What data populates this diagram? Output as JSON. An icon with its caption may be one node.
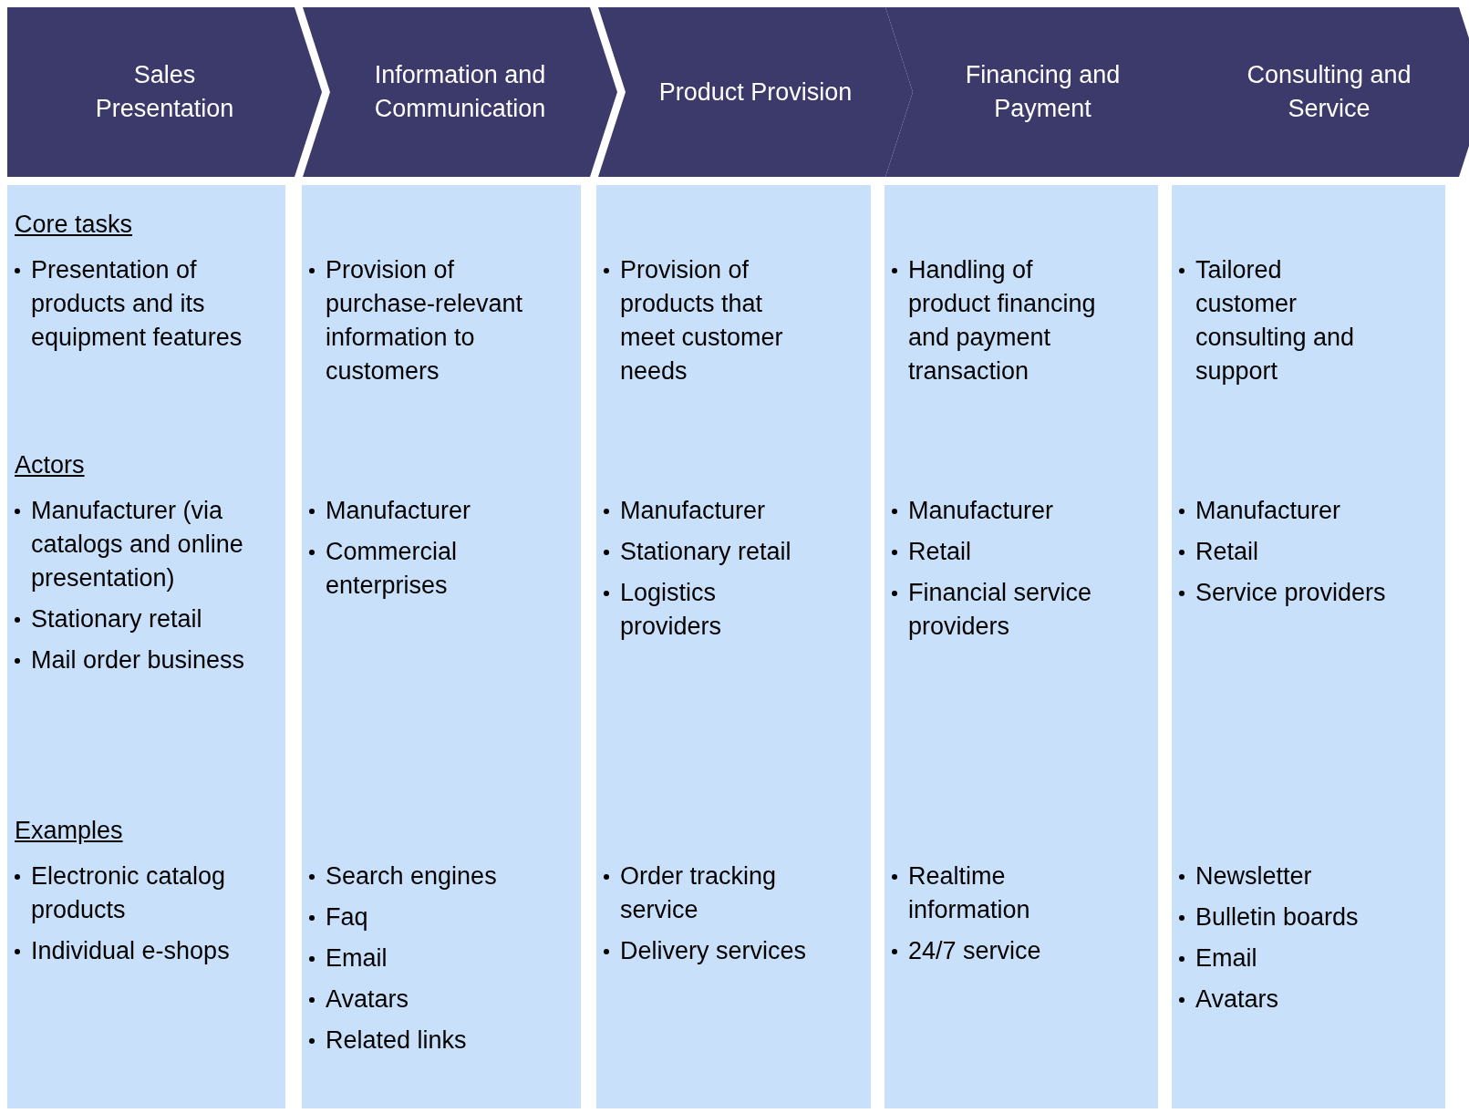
{
  "diagram": {
    "nodes": [
      {
        "text": [
          "Sales Presentation"
        ]
      },
      {
        "text": [
          "Information and Communication"
        ]
      },
      {
        "text": [
          "Product Provision"
        ]
      },
      {
        "text": [
          "Financing and Payment"
        ]
      },
      {
        "text": [
          "Consulting and Service"
        ]
      },
      {
        "text": [
          "Core tasks",
          "Presentation of products and its equipment features",
          "Actors",
          "Manufacturer (via catalogs and online presentation)",
          "Stationary retail",
          "Mail order business",
          "Examples",
          "Electronic catalog products",
          "Individual e-shops"
        ]
      },
      {
        "text": [
          "Provision of purchase-relevant information to customers",
          "Manufacturer",
          "Commercial enterprises",
          "Search engines",
          "Faq",
          "Email",
          "Avatars",
          "Related links"
        ]
      },
      {
        "text": [
          "Provision of products that meet customer needs",
          "Manufacturer",
          "Stationary retail",
          "Logistics providers",
          "Order tracking service",
          "Delivery services"
        ]
      },
      {
        "text": [
          "Handling of product financing and payment transaction",
          "Manufacturer",
          "Retail",
          "Financial service providers",
          "Realtime information",
          "24/7 service"
        ]
      },
      {
        "text": [
          "Tailored customer consulting and support",
          "Manufacturer",
          "Retail",
          "Service providers",
          "Newsletter",
          "Bulletin boards",
          "Email",
          "Avatars"
        ]
      }
    ]
  }
}
